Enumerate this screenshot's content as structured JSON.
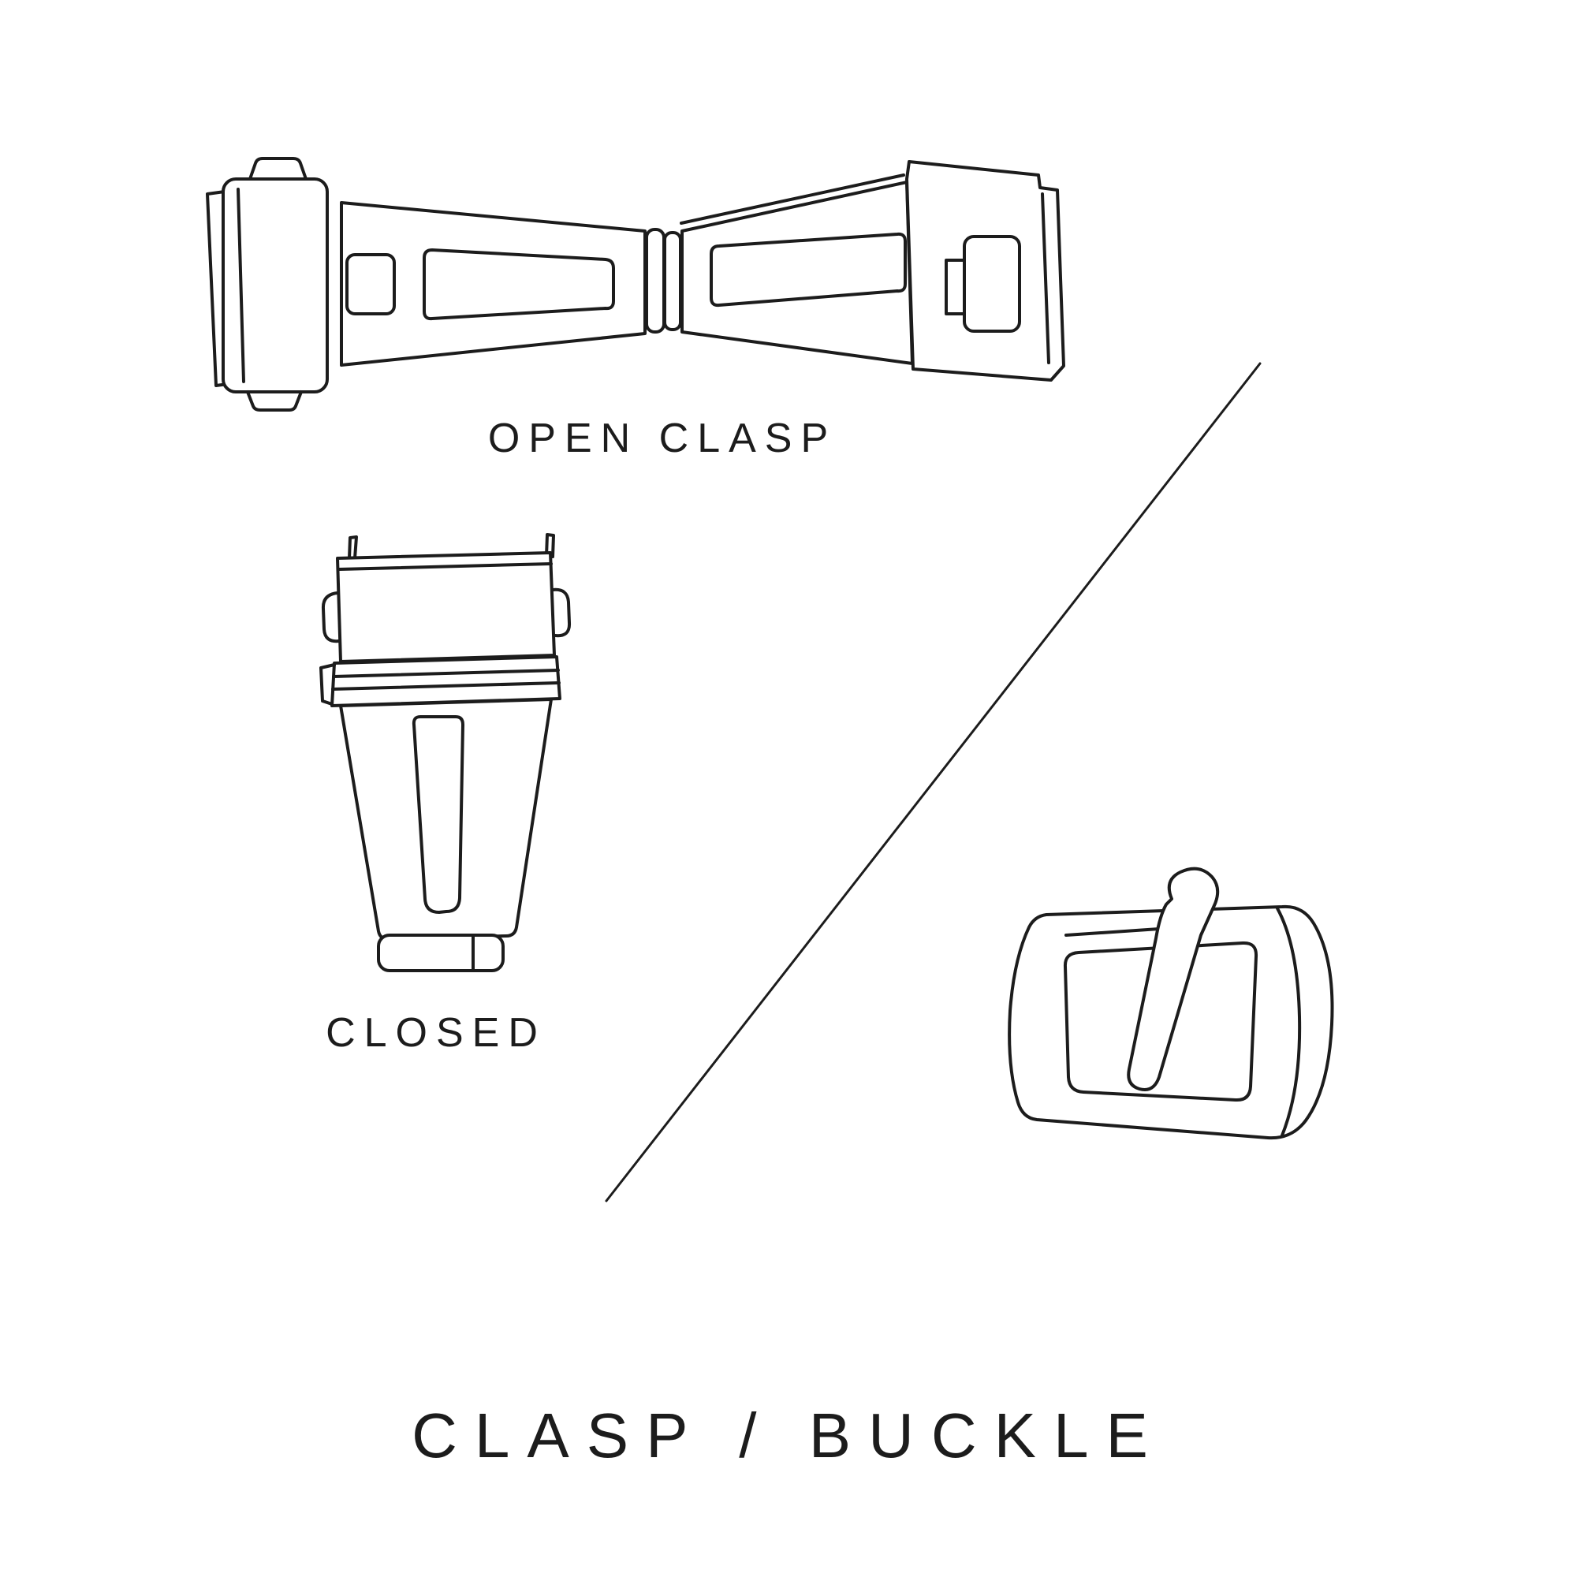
{
  "page": {
    "background": "#ffffff",
    "ink_color": "#1c1c1c"
  },
  "labels": {
    "open_clasp": "OPEN CLASP",
    "closed": "CLOSED",
    "title": "CLASP / BUCKLE"
  },
  "figures": {
    "open_clasp": {
      "name": "open-deployant-clasp-drawing"
    },
    "closed_clasp": {
      "name": "closed-clasp-drawing"
    },
    "buckle": {
      "name": "tang-buckle-drawing"
    },
    "divider": {
      "name": "diagonal-divider-line"
    }
  }
}
